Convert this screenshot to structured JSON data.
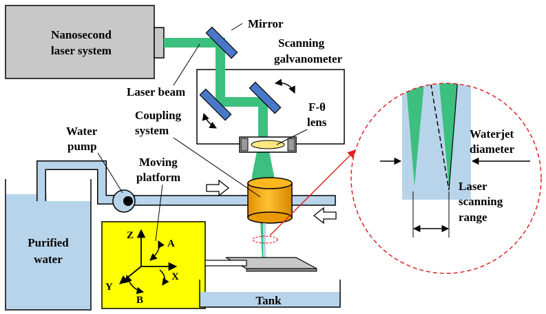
{
  "colors": {
    "laser": "#3dbf7f",
    "water": "#b8d4ea",
    "box_gray": "#c8c8c8",
    "coupling": "#f5a800",
    "stage": "#ffff00",
    "zoom_circle": "#dd2222"
  },
  "labels": {
    "laser_system_line1": "Nanosecond",
    "laser_system_line2": "laser system",
    "mirror": "Mirror",
    "scanning_line1": "Scanning",
    "scanning_line2": "galvanometer",
    "laser_beam": "Laser beam",
    "ftheta_line1": "F-θ",
    "ftheta_line2": "lens",
    "coupling_line1": "Coupling",
    "coupling_line2": "system",
    "water_pump_line1": "Water",
    "water_pump_line2": "pump",
    "moving_line1": "Moving",
    "moving_line2": "platform",
    "purified_line1": "Purified",
    "purified_line2": "water",
    "tank": "Tank",
    "axis_z": "Z",
    "axis_a": "A",
    "axis_x": "X",
    "axis_y": "Y",
    "axis_b": "B",
    "waterjet_line1": "Waterjet",
    "waterjet_line2": "diameter",
    "laser_scan_line1": "Laser",
    "laser_scan_line2": "scanning",
    "laser_scan_line3": "range"
  }
}
